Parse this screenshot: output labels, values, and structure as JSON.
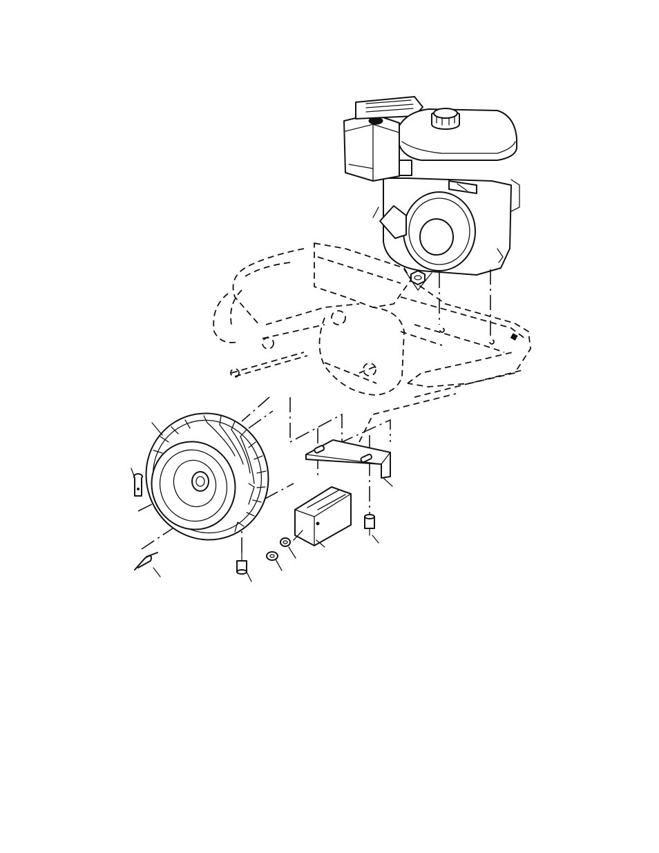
{
  "diagram": {
    "parts": [
      "engine",
      "tiller-frame",
      "tire-wheel",
      "clevis-pin",
      "hairpin-clip",
      "mounting-bracket",
      "depth-stake",
      "bolts",
      "washers",
      "lock-nut"
    ]
  }
}
